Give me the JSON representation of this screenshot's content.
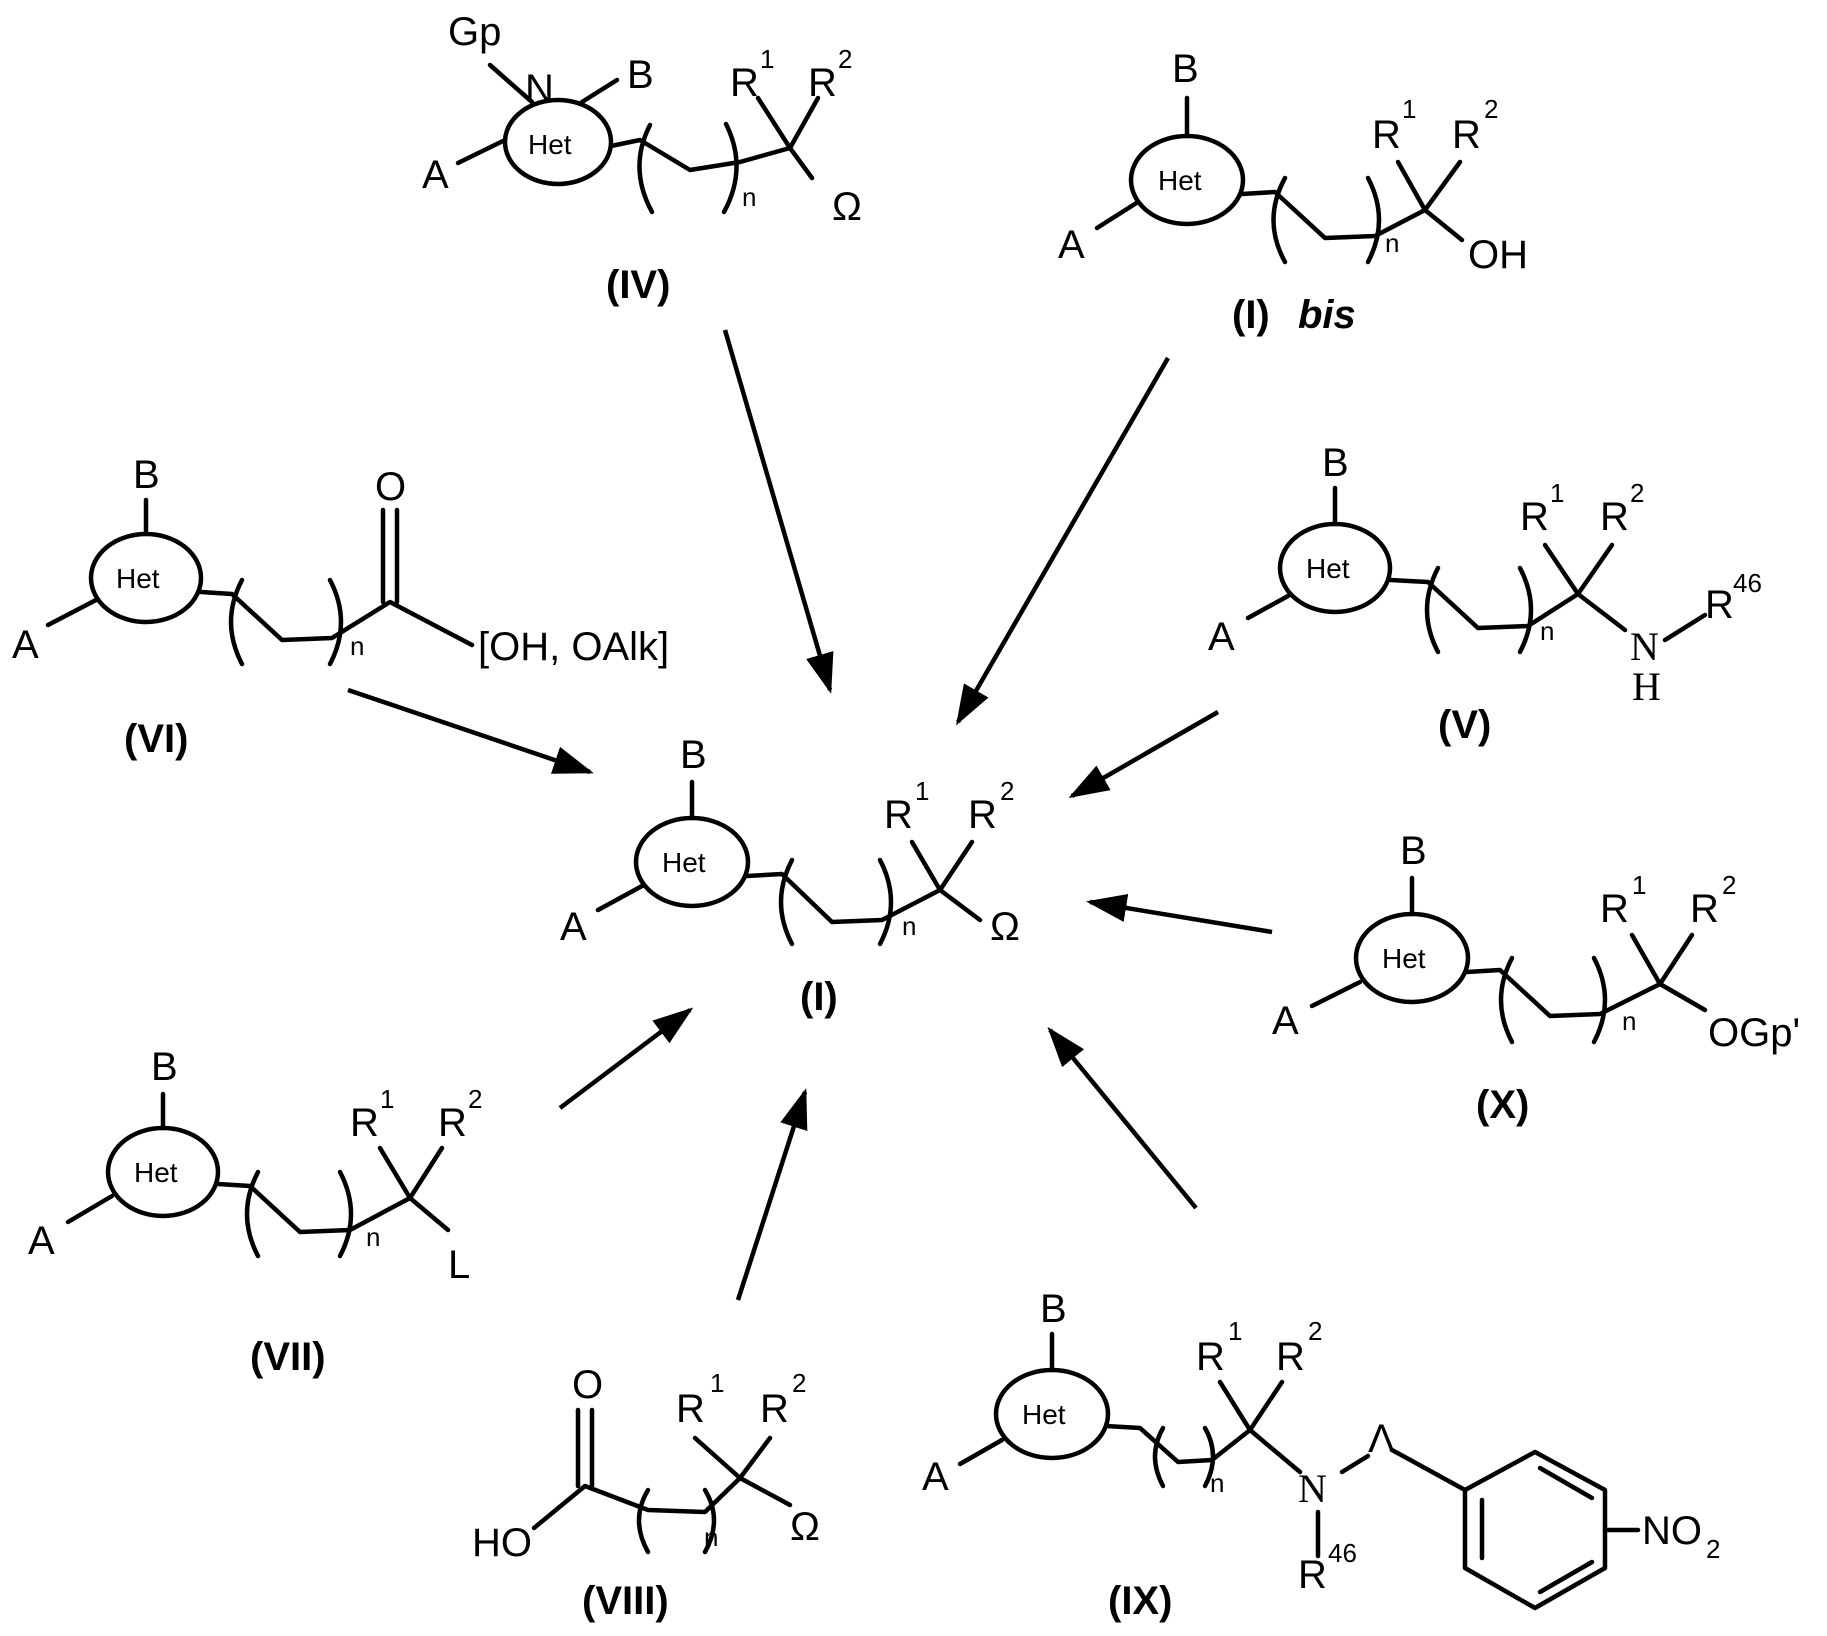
{
  "labels": {
    "A": "A",
    "B": "B",
    "Het": "Het",
    "n": "n",
    "R": "R",
    "one": "1",
    "two": "2",
    "r46": "46",
    "Omega": "Ω",
    "OH": "OH",
    "N": "N",
    "H": "H",
    "O": "O",
    "Gp": "Gp",
    "L": "L",
    "HO": "HO",
    "OGp": "OGp'",
    "OH_OAlk": "[OH, OAlk]",
    "NO": "NO",
    "NO_sub": "2",
    "Lambda": "Λ"
  },
  "compounds": {
    "I": "(I)",
    "Ibis_num": "(I)",
    "Ibis_italic": "bis",
    "IV": "(IV)",
    "V": "(V)",
    "VI": "(VI)",
    "VII": "(VII)",
    "VIII": "(VIII)",
    "IX": "(IX)",
    "X": "(X)"
  },
  "arrows": [
    {
      "from": "IV",
      "to": "I"
    },
    {
      "from": "Ibis",
      "to": "I"
    },
    {
      "from": "V",
      "to": "I"
    },
    {
      "from": "VI",
      "to": "I"
    },
    {
      "from": "X",
      "to": "I"
    },
    {
      "from": "VII",
      "to": "I"
    },
    {
      "from": "VIII",
      "to": "I"
    },
    {
      "from": "IX",
      "to": "I"
    }
  ]
}
